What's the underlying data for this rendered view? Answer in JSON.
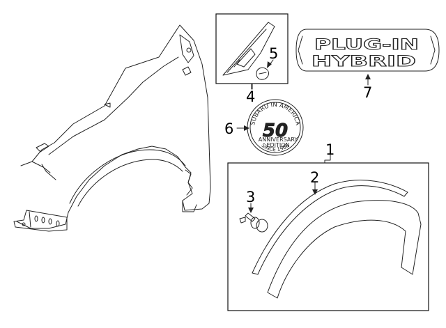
{
  "callouts": {
    "c1": "1",
    "c2": "2",
    "c3": "3",
    "c4": "4",
    "c5": "5",
    "c6": "6",
    "c7": "7"
  },
  "badge_50th": {
    "ring_top": "SUBARU IN AMERICA",
    "number": "50",
    "line1": "ANNIVERSARY",
    "line2": "EDITION",
    "ring_bottom": "SINCE 1968"
  },
  "emblem": {
    "line1": "PLUG-IN",
    "line2": "HYBRID"
  },
  "colors": {
    "line": "#222222",
    "background": "#ffffff"
  }
}
